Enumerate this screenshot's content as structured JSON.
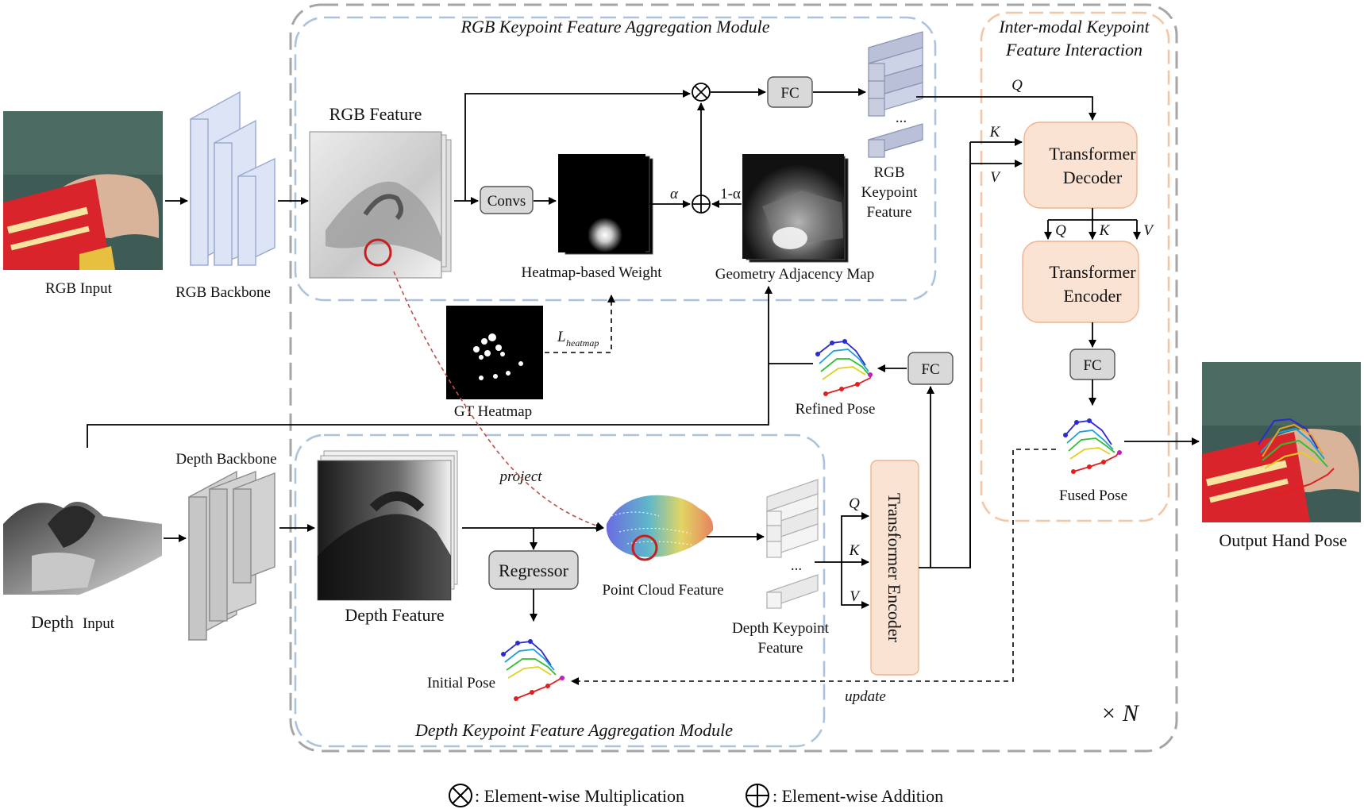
{
  "modules": {
    "rgb_module_title": "RGB Keypoint Feature Aggregation Module",
    "depth_module_title": "Depth Keypoint Feature Aggregation Module",
    "inter_title_1": "Inter-modal Keypoint",
    "inter_title_2": "Feature Interaction",
    "repeat": "× N"
  },
  "inputs": {
    "rgb_input": "RGB Input",
    "depth_input_a": "Depth",
    "depth_input_b": "Input",
    "output_hand_pose": "Output Hand Pose"
  },
  "backbones": {
    "rgb": "RGB Backbone",
    "depth": "Depth Backbone"
  },
  "features": {
    "rgb_feature": "RGB Feature",
    "depth_feature": "Depth Feature",
    "heatmap_weight": "Heatmap-based Weight",
    "geometry_map": "Geometry Adjacency Map",
    "gt_heatmap": "GT Heatmap",
    "point_cloud": "Point Cloud Feature",
    "rgb_kp_1": "RGB",
    "rgb_kp_2": "Keypoint",
    "rgb_kp_3": "Feature",
    "depth_kp_1": "Depth Keypoint",
    "depth_kp_2": "Feature"
  },
  "blocks": {
    "convs": "Convs",
    "fc": "FC",
    "regressor": "Regressor",
    "decoder_1": "Transformer",
    "decoder_2": "Decoder",
    "encoder_1": "Transformer",
    "encoder_2": "Encoder",
    "vertical_encoder": "Transformer Encoder"
  },
  "poses": {
    "refined": "Refined Pose",
    "fused": "Fused Pose",
    "initial": "Initial Pose"
  },
  "symbols": {
    "alpha": "α",
    "one_minus_alpha": "1-α",
    "q": "Q",
    "k": "K",
    "v": "V",
    "loss_main": "L",
    "loss_sub": "heatmap",
    "project": "project",
    "update": "update",
    "ellipsis": "..."
  },
  "legend": {
    "multiplication": ": Element-wise Multiplication",
    "addition": ": Element-wise Addition"
  }
}
